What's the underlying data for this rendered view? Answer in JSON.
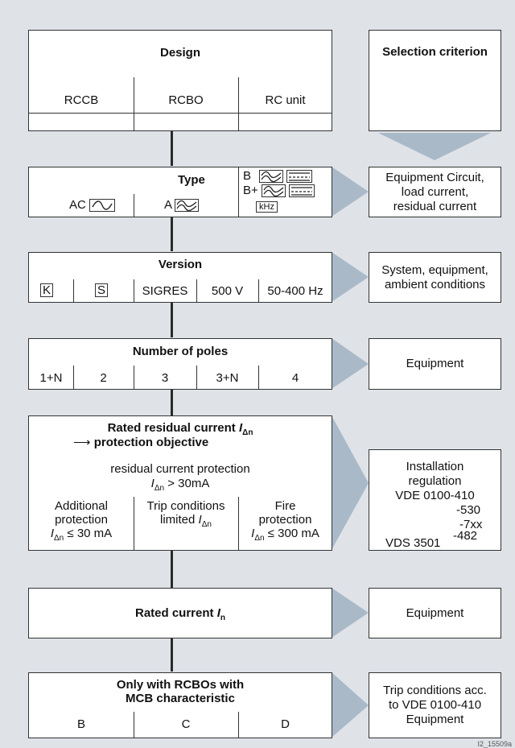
{
  "design": {
    "title": "Design",
    "cols": [
      "RCCB",
      "RCBO",
      "RC unit"
    ]
  },
  "selection": {
    "title": "Selection criterion"
  },
  "type": {
    "title": "Type",
    "ac": "AC",
    "a": "A",
    "b": "B",
    "bplus": "B+",
    "khz": "kHz"
  },
  "version": {
    "title": "Version",
    "k": "K",
    "s": "S",
    "sigres": "SIGRES",
    "v500": "500 V",
    "hz": "50-400 Hz"
  },
  "poles": {
    "title": "Number of poles",
    "cols": [
      "1+N",
      "2",
      "3",
      "3+N",
      "4"
    ]
  },
  "residual": {
    "title1": "Rated residual current",
    "title_sym": "I",
    "title_sub": "Δn",
    "arrow": "⟶",
    "title2": "protection objective",
    "line1": "residual current protection",
    "line2_sym": "I",
    "line2_sub": "Δn",
    "line2_rest": " > 30mA",
    "col1": [
      "Additional",
      "protection"
    ],
    "col1_sym": "I",
    "col1_sub": "Δn",
    "col1_rest": " ≤ 30 mA",
    "col2": [
      "Trip conditions",
      "limited"
    ],
    "col2_sym": "I",
    "col2_sub": "Δn",
    "col3": [
      "Fire",
      "protection"
    ],
    "col3_sym": "I",
    "col3_sub": "Δn",
    "col3_rest": " ≤ 300 mA"
  },
  "rated": {
    "title": "Rated current",
    "sym": "I",
    "sub": "n"
  },
  "rcbo": {
    "title1": "Only with RCBOs with",
    "title2": "MCB characteristic",
    "cols": [
      "B",
      "C",
      "D"
    ]
  },
  "criteria": {
    "type": [
      "Equipment Circuit,",
      "load current,",
      "residual current"
    ],
    "version": [
      "System, equipment,",
      "ambient conditions"
    ],
    "poles": "Equipment",
    "residual": [
      "Installation",
      "regulation",
      "VDE 0100-410"
    ],
    "residual_codes": [
      "-530",
      "-7xx",
      "-482"
    ],
    "residual_vds": "VDS 3501",
    "rated": "Equipment",
    "rcbo": [
      "Trip conditions acc.",
      "to VDE 0100-410",
      "Equipment"
    ]
  },
  "ref": "I2_15509a",
  "colors": {
    "background": "#dfe3e8",
    "arrow": "#a9b9c8",
    "border": "#333333"
  }
}
